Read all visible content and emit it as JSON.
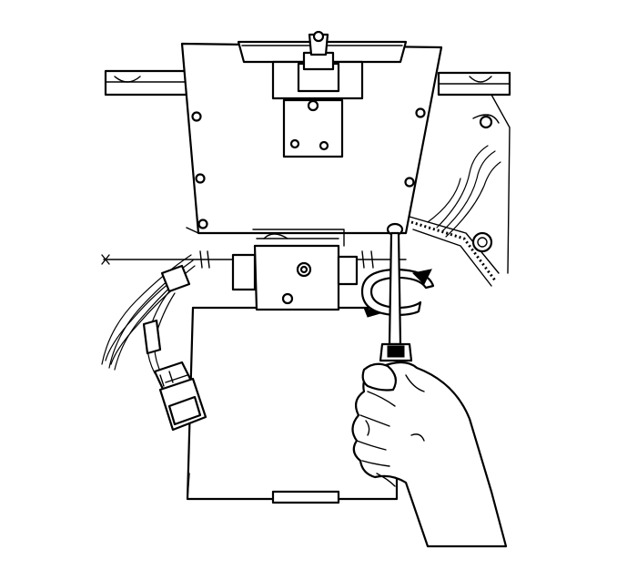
{
  "figure": {
    "colors": {
      "line": "#000000",
      "background": "#ffffff"
    },
    "parts": [
      "cross-bar",
      "mounting-plate",
      "top-bracket",
      "center-screw",
      "lower-panel",
      "wiring-harness",
      "electrical-connector",
      "screwdriver",
      "rotation-arrow",
      "technician-hand"
    ]
  }
}
